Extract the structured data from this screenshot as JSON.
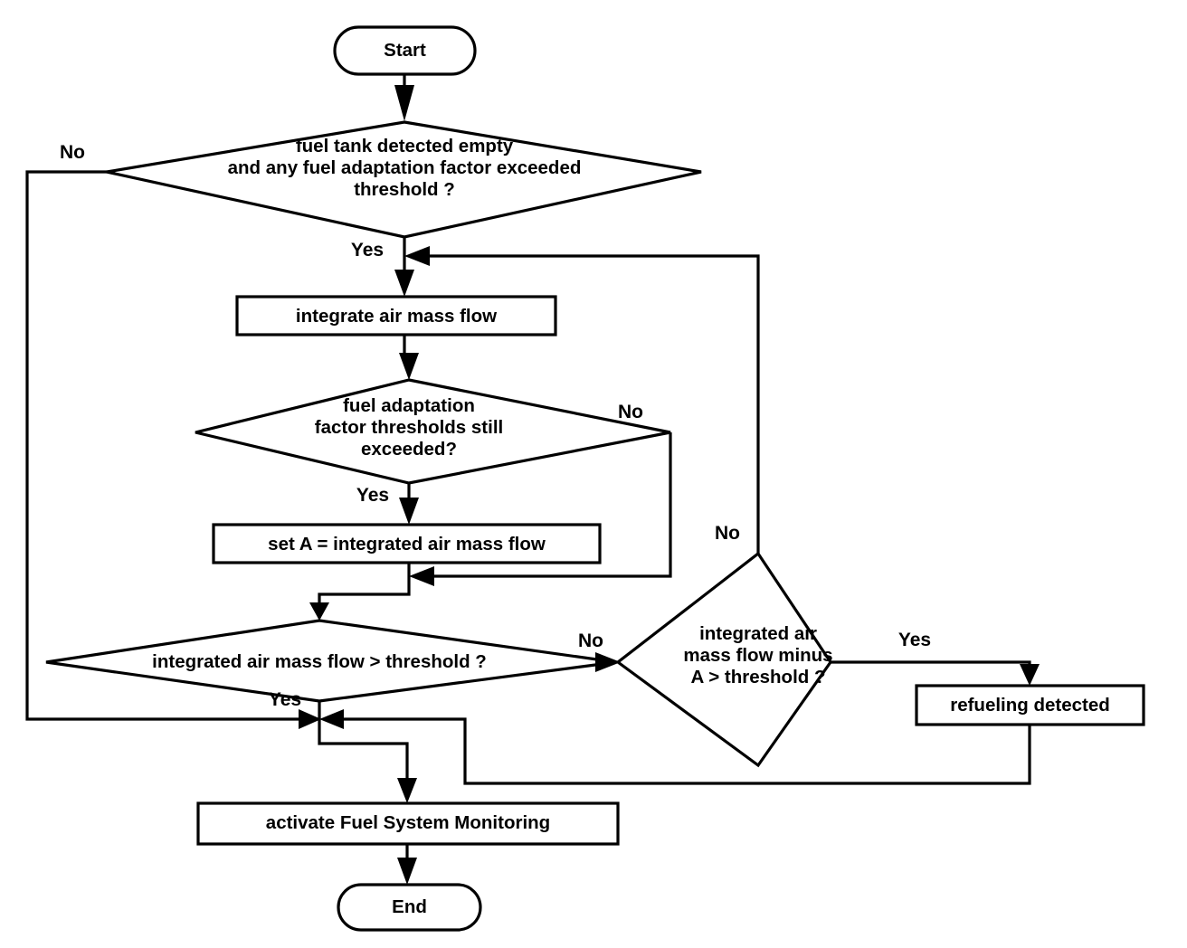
{
  "diagram": {
    "title": "Fuel system refueling detection flowchart",
    "type": "flowchart",
    "background_color": "#ffffff",
    "line_color": "#000000",
    "text_color": "#000000",
    "nodes": [
      {
        "id": "start",
        "shape": "terminator",
        "text": "Start"
      },
      {
        "id": "d1",
        "shape": "decision",
        "text": "fuel tank detected empty\nand any fuel adaptation factor exceeded\nthreshold ?"
      },
      {
        "id": "integrate",
        "shape": "process",
        "text": "integrate air mass flow"
      },
      {
        "id": "d2",
        "shape": "decision",
        "text": "fuel adaptation\nfactor thresholds still\nexceeded?"
      },
      {
        "id": "setA",
        "shape": "process",
        "text": "set A = integrated air mass flow"
      },
      {
        "id": "d3",
        "shape": "decision",
        "text": "integrated air mass flow > threshold ?"
      },
      {
        "id": "d4",
        "shape": "decision",
        "text": "integrated air\nmass flow minus\nA > threshold ?"
      },
      {
        "id": "refuel",
        "shape": "process",
        "text": "refueling detected"
      },
      {
        "id": "activate",
        "shape": "process",
        "text": "activate Fuel System Monitoring"
      },
      {
        "id": "end",
        "shape": "terminator",
        "text": "End"
      }
    ],
    "edge_labels": [
      {
        "id": "d1-no",
        "text": "No",
        "from": "d1",
        "to": "merge-bottom"
      },
      {
        "id": "d1-yes",
        "text": "Yes",
        "from": "d1",
        "to": "integrate"
      },
      {
        "id": "d2-no",
        "text": "No",
        "from": "d2",
        "to": "d3"
      },
      {
        "id": "d2-yes",
        "text": "Yes",
        "from": "d2",
        "to": "setA"
      },
      {
        "id": "d3-no",
        "text": "No",
        "from": "d3",
        "to": "d4"
      },
      {
        "id": "d3-yes",
        "text": "Yes",
        "from": "d3",
        "to": "activate"
      },
      {
        "id": "d4-no",
        "text": "No",
        "from": "d4",
        "to": "integrate"
      },
      {
        "id": "d4-yes",
        "text": "Yes",
        "from": "d4",
        "to": "refuel"
      }
    ]
  }
}
